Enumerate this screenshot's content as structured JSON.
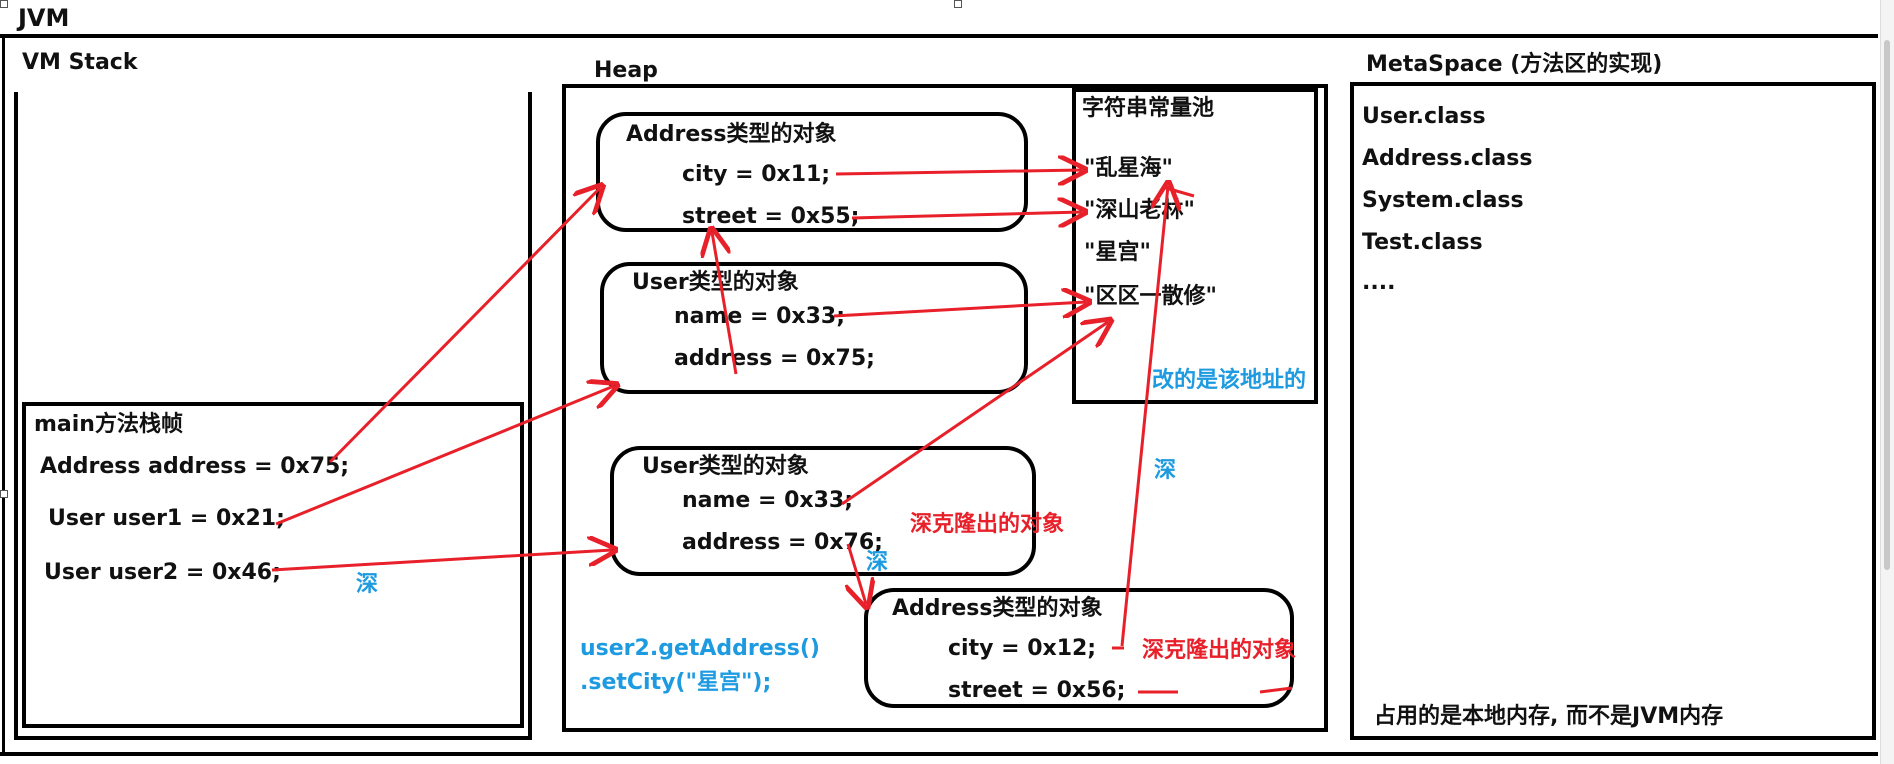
{
  "jvm_title": "JVM",
  "vm_stack": {
    "title": "VM Stack",
    "frame_title": "main方法栈帧",
    "vars": [
      "Address address = 0x75;",
      "User user1 = 0x21;",
      "User user2 = 0x46;"
    ],
    "note": "深"
  },
  "heap": {
    "title": "Heap",
    "address1": {
      "title": "Address类型的对象",
      "fields": [
        "city = 0x11;",
        "street = 0x55;"
      ]
    },
    "user1": {
      "title": "User类型的对象",
      "fields": [
        "name = 0x33;",
        "address = 0x75;"
      ]
    },
    "user2": {
      "title": "User类型的对象",
      "fields": [
        "name = 0x33;",
        "address = 0x76;"
      ]
    },
    "address2": {
      "title": "Address类型的对象",
      "fields": [
        "city = 0x12;",
        "street = 0x56;"
      ]
    },
    "deep_clone_label_1": "深克隆出的对象",
    "deep_clone_label_2": "深克隆出的对象",
    "note_deep_1": "深",
    "note_deep_2": "深",
    "code_line_1": "user2.getAddress()",
    "code_line_2": ".setCity(\"星宫\");"
  },
  "string_pool": {
    "title": "字符串常量池",
    "items": [
      "\"乱星海\"",
      "\"深山老林\"",
      "\"星宫\"",
      "\"区区一散修\""
    ],
    "note": "改的是该地址的"
  },
  "metaspace": {
    "title": "MetaSpace (方法区的实现)",
    "classes": [
      "User.class",
      "Address.class",
      "System.class",
      "Test.class",
      "...."
    ],
    "footer": "占用的是本地内存, 而不是JVM内存"
  },
  "colors": {
    "arrow": "#e8202a",
    "note_blue": "#1e9be0",
    "line": "#000000"
  }
}
